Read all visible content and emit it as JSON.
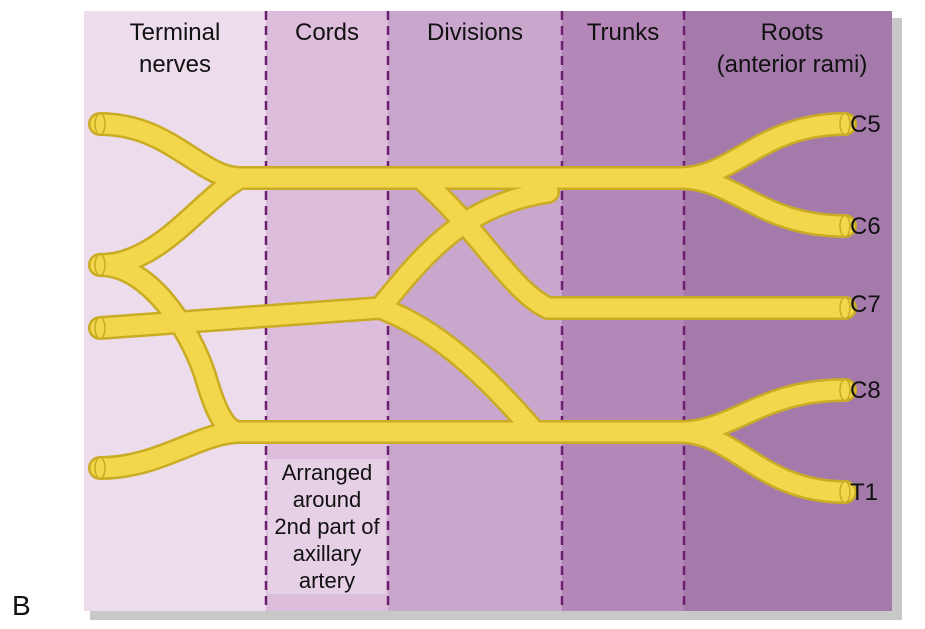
{
  "columns": [
    {
      "key": "terminal",
      "label": "Terminal\nnerves",
      "color": "#ecdcec"
    },
    {
      "key": "cords",
      "label": "Cords",
      "color": "#dcbddc"
    },
    {
      "key": "divisions",
      "label": "Divisions",
      "color": "#c9a6cc"
    },
    {
      "key": "trunks",
      "label": "Trunks",
      "color": "#b487b8"
    },
    {
      "key": "roots",
      "label": "Roots\n(anterior rami)",
      "color": "#a47aab"
    }
  ],
  "roots": [
    "C5",
    "C6",
    "C7",
    "C8",
    "T1"
  ],
  "note": "Arranged\naround\n2nd part of\naxillary\nartery",
  "figure_letter": "B",
  "colors": {
    "nerve_fill": "#f2d64b",
    "nerve_edge": "#c9ac24",
    "divider": "#6b1f6e",
    "shadow": "#c8c8c8"
  }
}
